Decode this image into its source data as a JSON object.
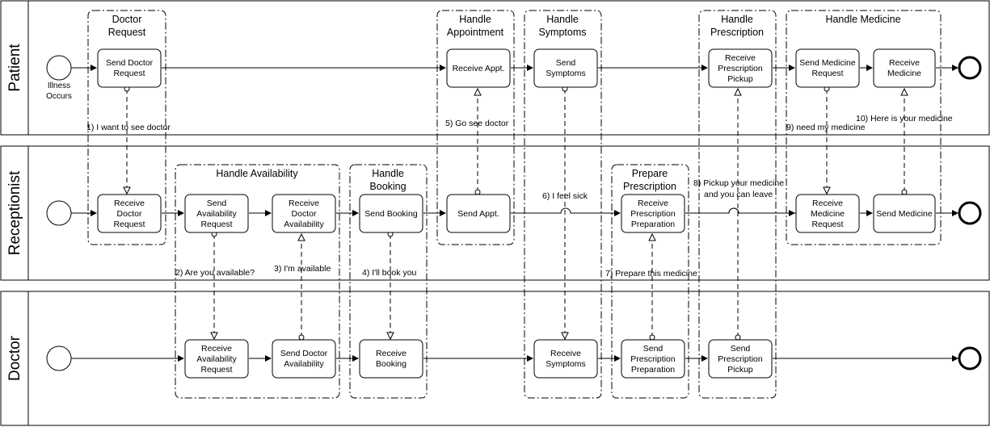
{
  "lanes": [
    {
      "id": "patient",
      "label": "Patient"
    },
    {
      "id": "receptionist",
      "label": "Receptionist"
    },
    {
      "id": "doctor",
      "label": "Doctor"
    }
  ],
  "groups": [
    {
      "id": "doctor-request",
      "lines": [
        "Doctor",
        "Request"
      ]
    },
    {
      "id": "handle-appointment",
      "lines": [
        "Handle",
        "Appointment"
      ]
    },
    {
      "id": "handle-symptoms",
      "lines": [
        "Handle",
        "Symptoms"
      ]
    },
    {
      "id": "handle-prescription",
      "lines": [
        "Handle",
        "Prescription"
      ]
    },
    {
      "id": "handle-medicine",
      "lines": [
        "Handle Medicine"
      ]
    },
    {
      "id": "handle-availability",
      "lines": [
        "Handle Availability"
      ]
    },
    {
      "id": "handle-booking",
      "lines": [
        "Handle",
        "Booking"
      ]
    },
    {
      "id": "prepare-prescription",
      "lines": [
        "Prepare",
        "Prescription"
      ]
    }
  ],
  "tasks": [
    {
      "id": "send-doctor-request",
      "lines": [
        "Send Doctor",
        "Request"
      ]
    },
    {
      "id": "receive-appt",
      "lines": [
        "Receive Appt."
      ]
    },
    {
      "id": "send-symptoms",
      "lines": [
        "Send",
        "Symptoms"
      ]
    },
    {
      "id": "receive-prescription-pickup",
      "lines": [
        "Receive",
        "Prescription",
        "Pickup"
      ]
    },
    {
      "id": "send-medicine-request",
      "lines": [
        "Send Medicine",
        "Request"
      ]
    },
    {
      "id": "receive-medicine",
      "lines": [
        "Receive",
        "Medicine"
      ]
    },
    {
      "id": "receive-doctor-request",
      "lines": [
        "Receive",
        "Doctor",
        "Request"
      ]
    },
    {
      "id": "send-availability-request",
      "lines": [
        "Send",
        "Availability",
        "Request"
      ]
    },
    {
      "id": "receive-doctor-availability",
      "lines": [
        "Receive",
        "Doctor",
        "Availability"
      ]
    },
    {
      "id": "send-booking",
      "lines": [
        "Send Booking"
      ]
    },
    {
      "id": "send-appt",
      "lines": [
        "Send Appt."
      ]
    },
    {
      "id": "receive-prescription-preparation",
      "lines": [
        "Receive",
        "Prescription",
        "Preparation"
      ]
    },
    {
      "id": "receive-medicine-request",
      "lines": [
        "Receive",
        "Medicine",
        "Request"
      ]
    },
    {
      "id": "send-medicine",
      "lines": [
        "Send Medicine"
      ]
    },
    {
      "id": "receive-availability-request",
      "lines": [
        "Receive",
        "Availability",
        "Request"
      ]
    },
    {
      "id": "send-doctor-availability",
      "lines": [
        "Send Doctor",
        "Availability"
      ]
    },
    {
      "id": "receive-booking",
      "lines": [
        "Receive",
        "Booking"
      ]
    },
    {
      "id": "receive-symptoms",
      "lines": [
        "Receive",
        "Symptoms"
      ]
    },
    {
      "id": "send-prescription-preparation",
      "lines": [
        "Send",
        "Prescription",
        "Preparation"
      ]
    },
    {
      "id": "send-prescription-pickup",
      "lines": [
        "Send",
        "Prescription",
        "Pickup"
      ]
    }
  ],
  "events": [
    {
      "id": "patient-start",
      "type": "start",
      "lines": [
        "Illness",
        "Occurs"
      ]
    },
    {
      "id": "patient-end",
      "type": "end",
      "lines": []
    },
    {
      "id": "receptionist-start",
      "type": "start",
      "lines": []
    },
    {
      "id": "receptionist-end",
      "type": "end",
      "lines": []
    },
    {
      "id": "doctor-start",
      "type": "start",
      "lines": []
    },
    {
      "id": "doctor-end",
      "type": "end",
      "lines": []
    }
  ],
  "messages": [
    {
      "id": "m1",
      "label": "1) I want to see doctor"
    },
    {
      "id": "m2",
      "label": "2) Are you available?"
    },
    {
      "id": "m3",
      "label": "3) I'm available"
    },
    {
      "id": "m4",
      "label": "4) I'll book you"
    },
    {
      "id": "m5",
      "label": "5) Go see doctor"
    },
    {
      "id": "m6",
      "label": "6) I feel sick"
    },
    {
      "id": "m7",
      "label": "7) Prepare this medicine"
    },
    {
      "id": "m8",
      "lines": [
        "8) Pickup your medicine",
        "and you can leave"
      ]
    },
    {
      "id": "m9",
      "label": "9)  need my medicine"
    },
    {
      "id": "m10",
      "label": "10) Here is your medicine"
    }
  ]
}
